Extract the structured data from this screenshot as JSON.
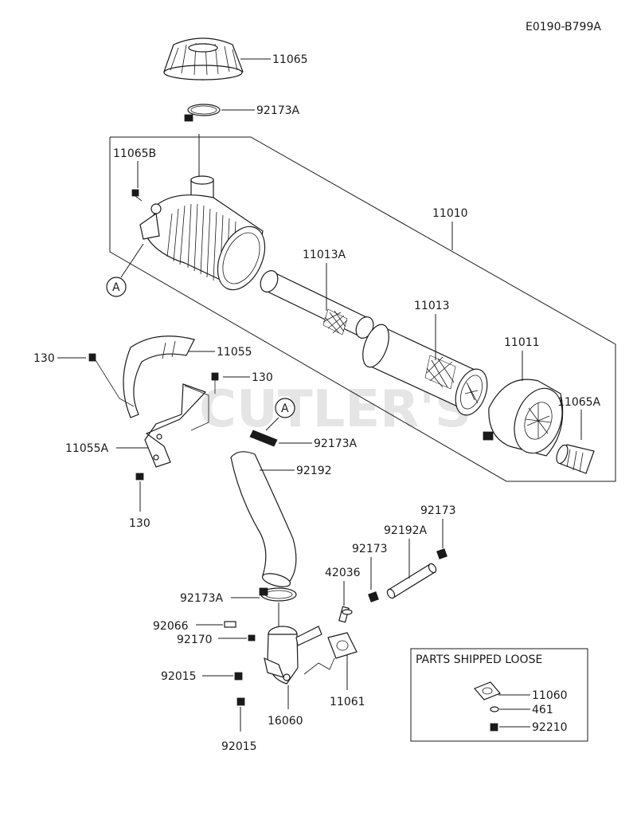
{
  "diagram_code": "E0190-B799A",
  "watermark": "CUTLER'S",
  "loose_box_title": "PARTS SHIPPED LOOSE",
  "callout_a": "A",
  "labels": {
    "p11065": "11065",
    "p92173A_top": "92173A",
    "p11065B": "11065B",
    "p11010": "11010",
    "p11013A": "11013A",
    "p11013": "11013",
    "p11011": "11011",
    "p11065A": "11065A",
    "p130_left": "130",
    "p11055": "11055",
    "p130_right": "130",
    "p11055A": "11055A",
    "p130_bottom": "130",
    "p92173A_mid": "92173A",
    "p92192": "92192",
    "p92173_right": "92173",
    "p92192A": "92192A",
    "p92173_mid": "92173",
    "p42036": "42036",
    "p92173A_low": "92173A",
    "p92066": "92066",
    "p92170": "92170",
    "p92015_a": "92015",
    "p16060": "16060",
    "p11061": "11061",
    "p92015_b": "92015",
    "p11060": "11060",
    "p461": "461",
    "p92210": "92210"
  }
}
